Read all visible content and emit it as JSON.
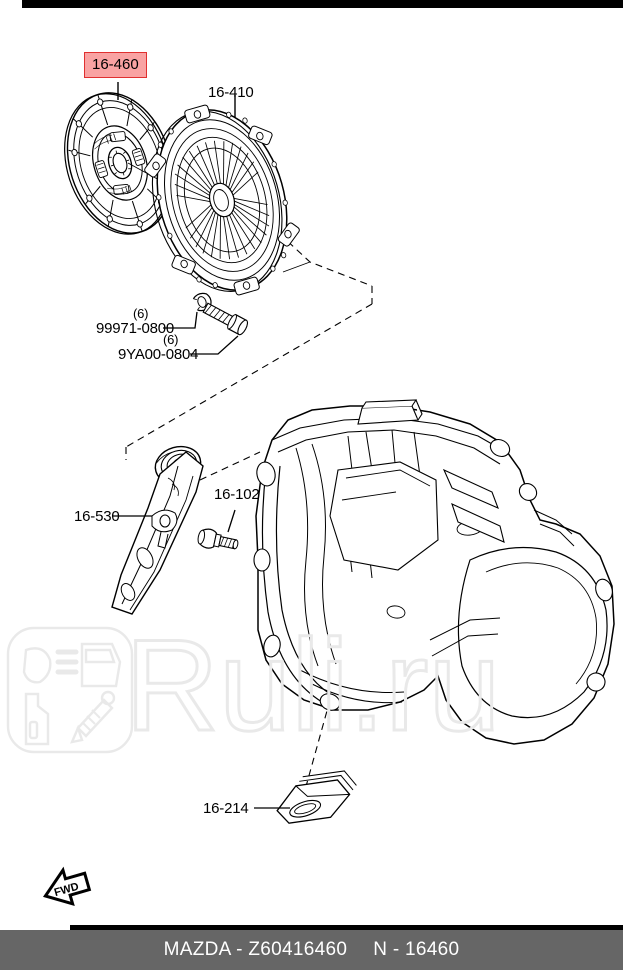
{
  "document": {
    "type": "parts-diagram",
    "brand": "MAZDA"
  },
  "callouts": [
    {
      "id": "c1",
      "label": "16-460",
      "highlighted": true,
      "qty": "",
      "part": "clutch-disc"
    },
    {
      "id": "c2",
      "label": "16-410",
      "highlighted": false,
      "qty": "",
      "part": "clutch-pressure-plate"
    },
    {
      "id": "c3",
      "label": "99971-0800",
      "highlighted": false,
      "qty": "(6)",
      "part": "washer"
    },
    {
      "id": "c4",
      "label": "9YA00-0804",
      "highlighted": false,
      "qty": "(6)",
      "part": "bolt"
    },
    {
      "id": "c5",
      "label": "16-530",
      "highlighted": false,
      "qty": "",
      "part": "clutch-release-fork"
    },
    {
      "id": "c6",
      "label": "16-102",
      "highlighted": false,
      "qty": "",
      "part": "pivot-bolt"
    },
    {
      "id": "c7",
      "label": "16-214",
      "highlighted": false,
      "qty": "",
      "part": "rubber-boot"
    }
  ],
  "direction_marker": {
    "text": "FWD"
  },
  "watermark": {
    "text": "Ruli.ru",
    "color": "#e8e8e8",
    "icons": [
      "headlight-icon",
      "car-door-icon",
      "oil-bottle-icon",
      "shock-absorber-icon"
    ]
  },
  "footer": {
    "brand_line": "MAZDA - Z60416460",
    "code_line": "N - 16460",
    "background": "#666666",
    "text_color": "#ffffff"
  },
  "colors": {
    "highlight_fill": "#f9a3a3",
    "highlight_border": "#e03030",
    "line": "#000000",
    "paper": "#ffffff"
  }
}
